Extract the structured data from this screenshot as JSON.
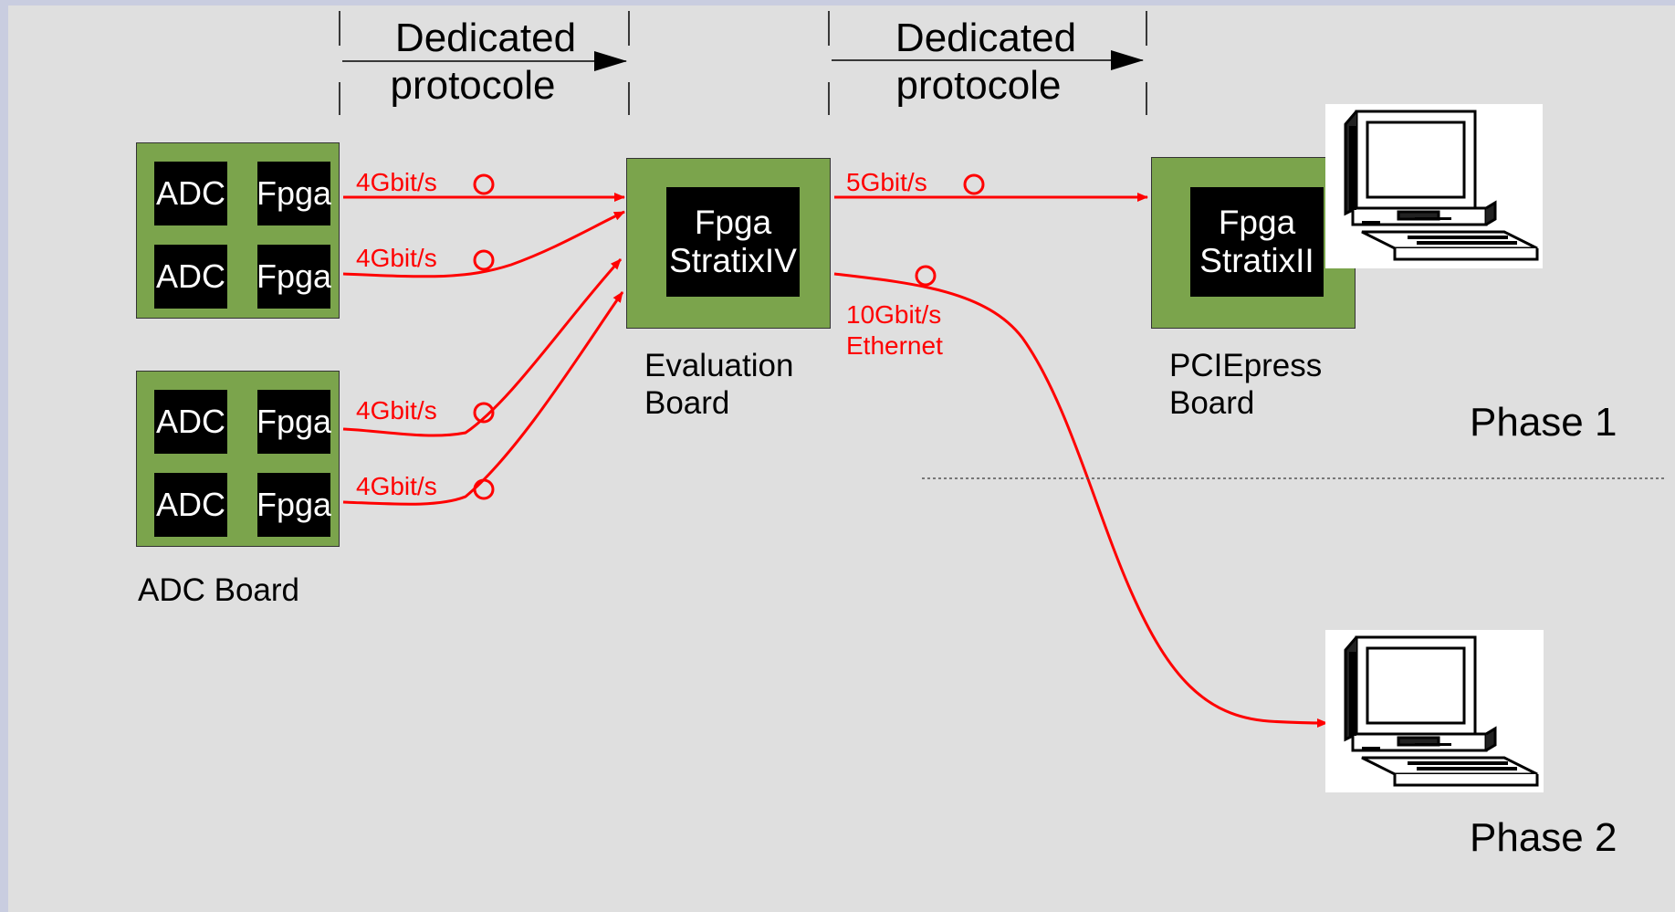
{
  "header": {
    "left": {
      "line1": "Dedicated",
      "line2": "protocole"
    },
    "right": {
      "line1": "Dedicated",
      "line2": "protocole"
    }
  },
  "adc_board_1": {
    "rows": [
      {
        "adc": "ADC",
        "fpga": "Fpga",
        "rate": "4Gbit/s"
      },
      {
        "adc": "ADC",
        "fpga": "Fpga",
        "rate": "4Gbit/s"
      }
    ]
  },
  "adc_board_2": {
    "rows": [
      {
        "adc": "ADC",
        "fpga": "Fpga",
        "rate": "4Gbit/s"
      },
      {
        "adc": "ADC",
        "fpga": "Fpga",
        "rate": "4Gbit/s"
      }
    ]
  },
  "adc_board_caption": "ADC Board",
  "evaluation_board": {
    "chip_line1": "Fpga",
    "chip_line2": "StratixIV",
    "caption_line1": "Evaluation",
    "caption_line2": "Board"
  },
  "pcie_board": {
    "chip_line1": "Fpga",
    "chip_line2": "StratixII",
    "caption_line1": "PCIEpress",
    "caption_line2": "Board"
  },
  "links": {
    "to_pcie": "5Gbit/s",
    "ethernet_line1": "10Gbit/s",
    "ethernet_line2": "Ethernet"
  },
  "phases": {
    "phase1": "Phase 1",
    "phase2": "Phase 2"
  },
  "colors": {
    "board_green": "#7ba44c",
    "link_red": "#ff0000",
    "background": "#dfdfdf"
  },
  "icons": {
    "computer": "desktop-computer-icon"
  }
}
